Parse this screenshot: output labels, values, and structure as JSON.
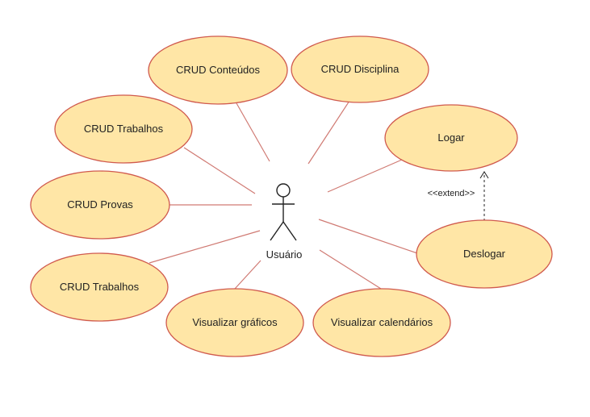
{
  "diagram": {
    "actor": {
      "label": "Usuário"
    },
    "use_cases": [
      {
        "id": "crud-conteudos",
        "label": "CRUD Conteúdos"
      },
      {
        "id": "crud-disciplina",
        "label": "CRUD Disciplina"
      },
      {
        "id": "crud-trabalhos-top",
        "label": "CRUD Trabalhos"
      },
      {
        "id": "logar",
        "label": "Logar"
      },
      {
        "id": "crud-provas",
        "label": "CRUD Provas"
      },
      {
        "id": "deslogar",
        "label": "Deslogar"
      },
      {
        "id": "crud-trabalhos-bottom",
        "label": "CRUD Trabalhos"
      },
      {
        "id": "visualizar-graficos",
        "label": "Visualizar gráficos"
      },
      {
        "id": "visualizar-calendarios",
        "label": "Visualizar calendários"
      }
    ],
    "extend": {
      "label": "<<extend>>",
      "from": "deslogar",
      "to": "logar"
    }
  }
}
